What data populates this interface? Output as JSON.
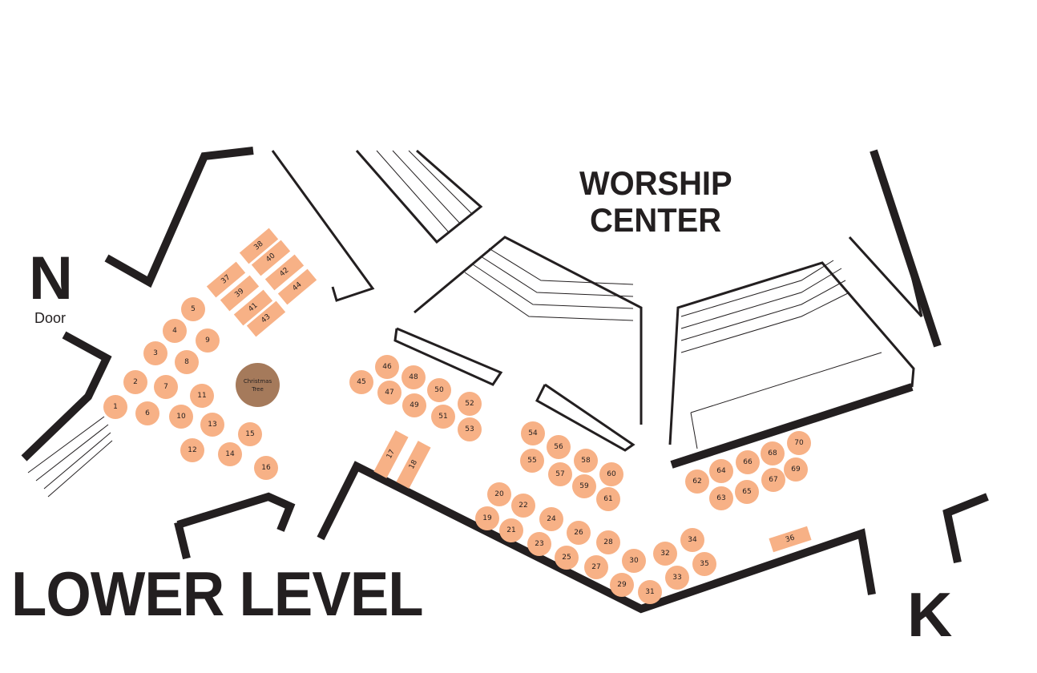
{
  "titles": {
    "lower_level": "LOWER LEVEL",
    "worship_line1": "WORSHIP",
    "worship_line2": "CENTER"
  },
  "entrances": {
    "north": "N",
    "north_sub": "Door",
    "k": "K"
  },
  "feature": {
    "line1": "Christmas",
    "line2": "Tree"
  },
  "colors": {
    "table": "#f7b186",
    "tree": "#a57a5b",
    "wall": "#231f20"
  },
  "tables": [
    "1",
    "2",
    "3",
    "4",
    "5",
    "6",
    "7",
    "8",
    "9",
    "10",
    "11",
    "12",
    "13",
    "14",
    "15",
    "16",
    "17",
    "18",
    "19",
    "20",
    "21",
    "22",
    "23",
    "24",
    "25",
    "26",
    "27",
    "28",
    "29",
    "30",
    "31",
    "32",
    "33",
    "34",
    "35",
    "36",
    "37",
    "38",
    "39",
    "40",
    "41",
    "42",
    "43",
    "44",
    "45",
    "46",
    "47",
    "48",
    "49",
    "50",
    "51",
    "52",
    "53",
    "54",
    "55",
    "56",
    "57",
    "58",
    "59",
    "60",
    "61",
    "62",
    "63",
    "64",
    "65",
    "66",
    "67",
    "68",
    "69",
    "70"
  ]
}
